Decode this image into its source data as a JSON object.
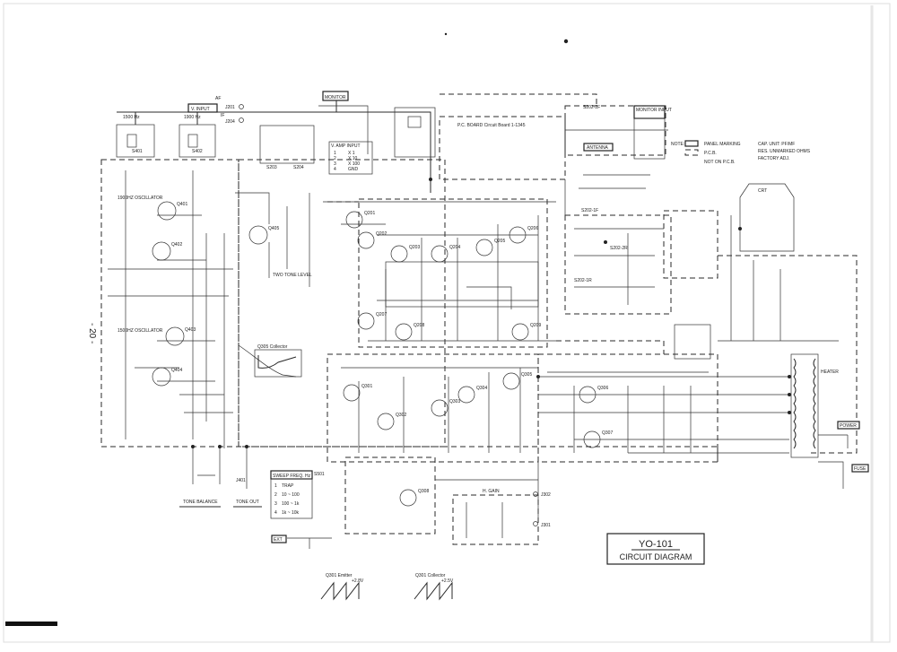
{
  "page_number": "- 20 -",
  "title_block": {
    "model": "YO-101",
    "name": "CIRCUIT DIAGRAM"
  },
  "boxed_labels": {
    "monitor": "MONITOR",
    "v_input": "V. INPUT",
    "antenna": "ANTENNA",
    "monitor_input": "MONITOR INPUT",
    "sweep_freq": "SWEEP FREQ. Hz",
    "v_amp_input": "V. AMP INPUT",
    "power": "POWER",
    "fuse": "FUSE",
    "ext": "EXT"
  },
  "sections": {
    "tone_1500_label": "1500 Hz",
    "tone_1900_label": "1900 Hz",
    "osc_1900": "1900HZ OSCILLATOR",
    "osc_1500": "1500HZ OSCILLATOR",
    "two_tone_level": "TWO TONE LEVEL",
    "tone_balance": "TONE BALANCE",
    "tone_out": "TONE OUT",
    "h_gain": "H. GAIN",
    "af": "AF",
    "if": "IF"
  },
  "switches": {
    "s401": "S401",
    "s402": "S402",
    "s203": "S203",
    "s204": "S204",
    "s202_2f": "S202-2F",
    "s202_1f": "S202-1F",
    "s202_2r": "S202-2R",
    "s202_1r": "S202-1R",
    "s501": "S501"
  },
  "jacks": {
    "j201": "J201",
    "j204": "J204",
    "j301": "J301",
    "j302": "J302",
    "j401": "J401"
  },
  "sweep_table": [
    {
      "pos": "1",
      "value": "TRAP"
    },
    {
      "pos": "2",
      "value": "10 ~ 100"
    },
    {
      "pos": "3",
      "value": "100 ~ 1k"
    },
    {
      "pos": "4",
      "value": "1k ~ 10k"
    }
  ],
  "vamp_table": [
    {
      "pos": "1",
      "value": "X 1"
    },
    {
      "pos": "2",
      "value": "X 10"
    },
    {
      "pos": "3",
      "value": "X 100"
    },
    {
      "pos": "4",
      "value": "GND"
    }
  ],
  "transistors": [
    "Q401",
    "Q402",
    "Q403",
    "Q404",
    "Q405",
    "Q201",
    "Q202",
    "Q203",
    "Q204",
    "Q205",
    "Q206",
    "Q207",
    "Q208",
    "Q209",
    "Q301",
    "Q302",
    "Q303",
    "Q304",
    "Q305",
    "Q306",
    "Q307",
    "Q308"
  ],
  "scope_labels": {
    "q301_emitter": "Q301 Emitter",
    "q301_emitter_v": "+2.8V",
    "q301_collector": "Q301 Collector",
    "q301_collector_v": "+2.5V",
    "q305_collector": "Q305 Collector"
  },
  "notes_block": {
    "note": "NOTE:",
    "n1": "PANEL MARKING",
    "n2": "P.C.B.",
    "n3": "NOT ON P.C.B."
  },
  "notes_block2": {
    "l1": "CAP. UNIT: PF/MF",
    "l2": "RES. UNMARKED OHMS",
    "l3": "FACTORY ADJ."
  },
  "board_label": "P.C. BOARD Circuit Board 1-1345",
  "crt_label": "CRT",
  "tube_heater": "HEATER"
}
